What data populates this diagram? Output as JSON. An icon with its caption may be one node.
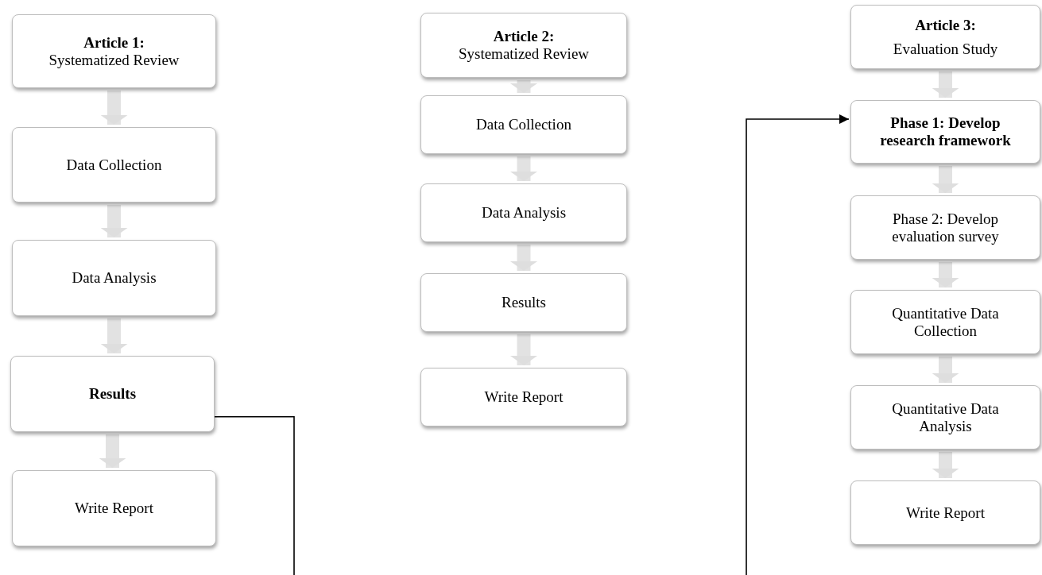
{
  "diagram": {
    "nodes": [
      {
        "text": [
          "Article 1:",
          "Systematized Review"
        ]
      },
      {
        "text": [
          "Data Collection"
        ]
      },
      {
        "text": [
          "Data Analysis"
        ]
      },
      {
        "text": [
          "Results"
        ]
      },
      {
        "text": [
          "Write Report"
        ]
      },
      {
        "text": [
          "Article 2:",
          "Systematized Review"
        ]
      },
      {
        "text": [
          "Data Collection"
        ]
      },
      {
        "text": [
          "Data Analysis"
        ]
      },
      {
        "text": [
          "Results"
        ]
      },
      {
        "text": [
          "Write Report"
        ]
      },
      {
        "text": [
          "Article 3:",
          "Evaluation Study"
        ]
      },
      {
        "text": [
          "Phase 1: Develop research framework"
        ]
      },
      {
        "text": [
          "Phase 2: Develop evaluation survey"
        ]
      },
      {
        "text": [
          "Quantitative Data Collection"
        ]
      },
      {
        "text": [
          "Quantitative Data Analysis"
        ]
      },
      {
        "text": [
          "Write Report"
        ]
      }
    ],
    "edges": [
      {
        "from": 0,
        "to": 1,
        "arrow": "to"
      },
      {
        "from": 1,
        "to": 2,
        "arrow": "to"
      },
      {
        "from": 2,
        "to": 3,
        "arrow": "to"
      },
      {
        "from": 3,
        "to": 4,
        "arrow": "to"
      },
      {
        "from": 5,
        "to": 6,
        "arrow": "to"
      },
      {
        "from": 6,
        "to": 7,
        "arrow": "to"
      },
      {
        "from": 7,
        "to": 8,
        "arrow": "to"
      },
      {
        "from": 8,
        "to": 9,
        "arrow": "to"
      },
      {
        "from": 10,
        "to": 11,
        "arrow": "to"
      },
      {
        "from": 11,
        "to": 12,
        "arrow": "to"
      },
      {
        "from": 12,
        "to": 13,
        "arrow": "to"
      },
      {
        "from": 13,
        "to": 14,
        "arrow": "to"
      },
      {
        "from": 14,
        "to": 15,
        "arrow": "to"
      },
      {
        "from": 3,
        "to": null,
        "arrow": "none",
        "color": "#000000"
      },
      {
        "from": null,
        "to": 11,
        "arrow": "to",
        "color": "#000000"
      }
    ]
  }
}
